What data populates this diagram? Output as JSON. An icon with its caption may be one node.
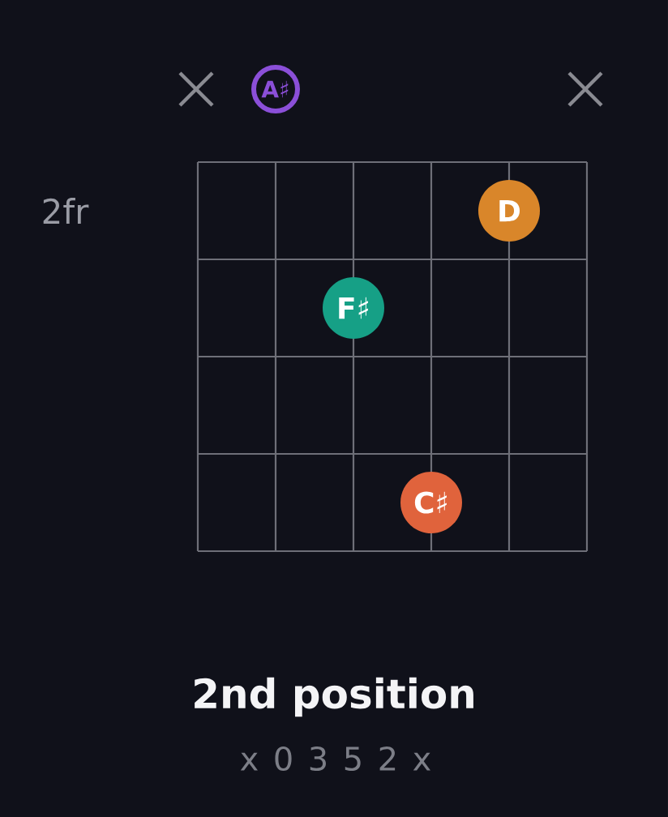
{
  "diagram": {
    "title": "2nd position",
    "caption": "x 0 3 5 2 x",
    "nodes": [
      {
        "text": [
          "A♯"
        ]
      },
      {
        "text": [
          "D"
        ]
      },
      {
        "text": [
          "F♯"
        ]
      },
      {
        "text": [
          "C♯"
        ]
      }
    ],
    "labels": [
      "2fr"
    ]
  }
}
